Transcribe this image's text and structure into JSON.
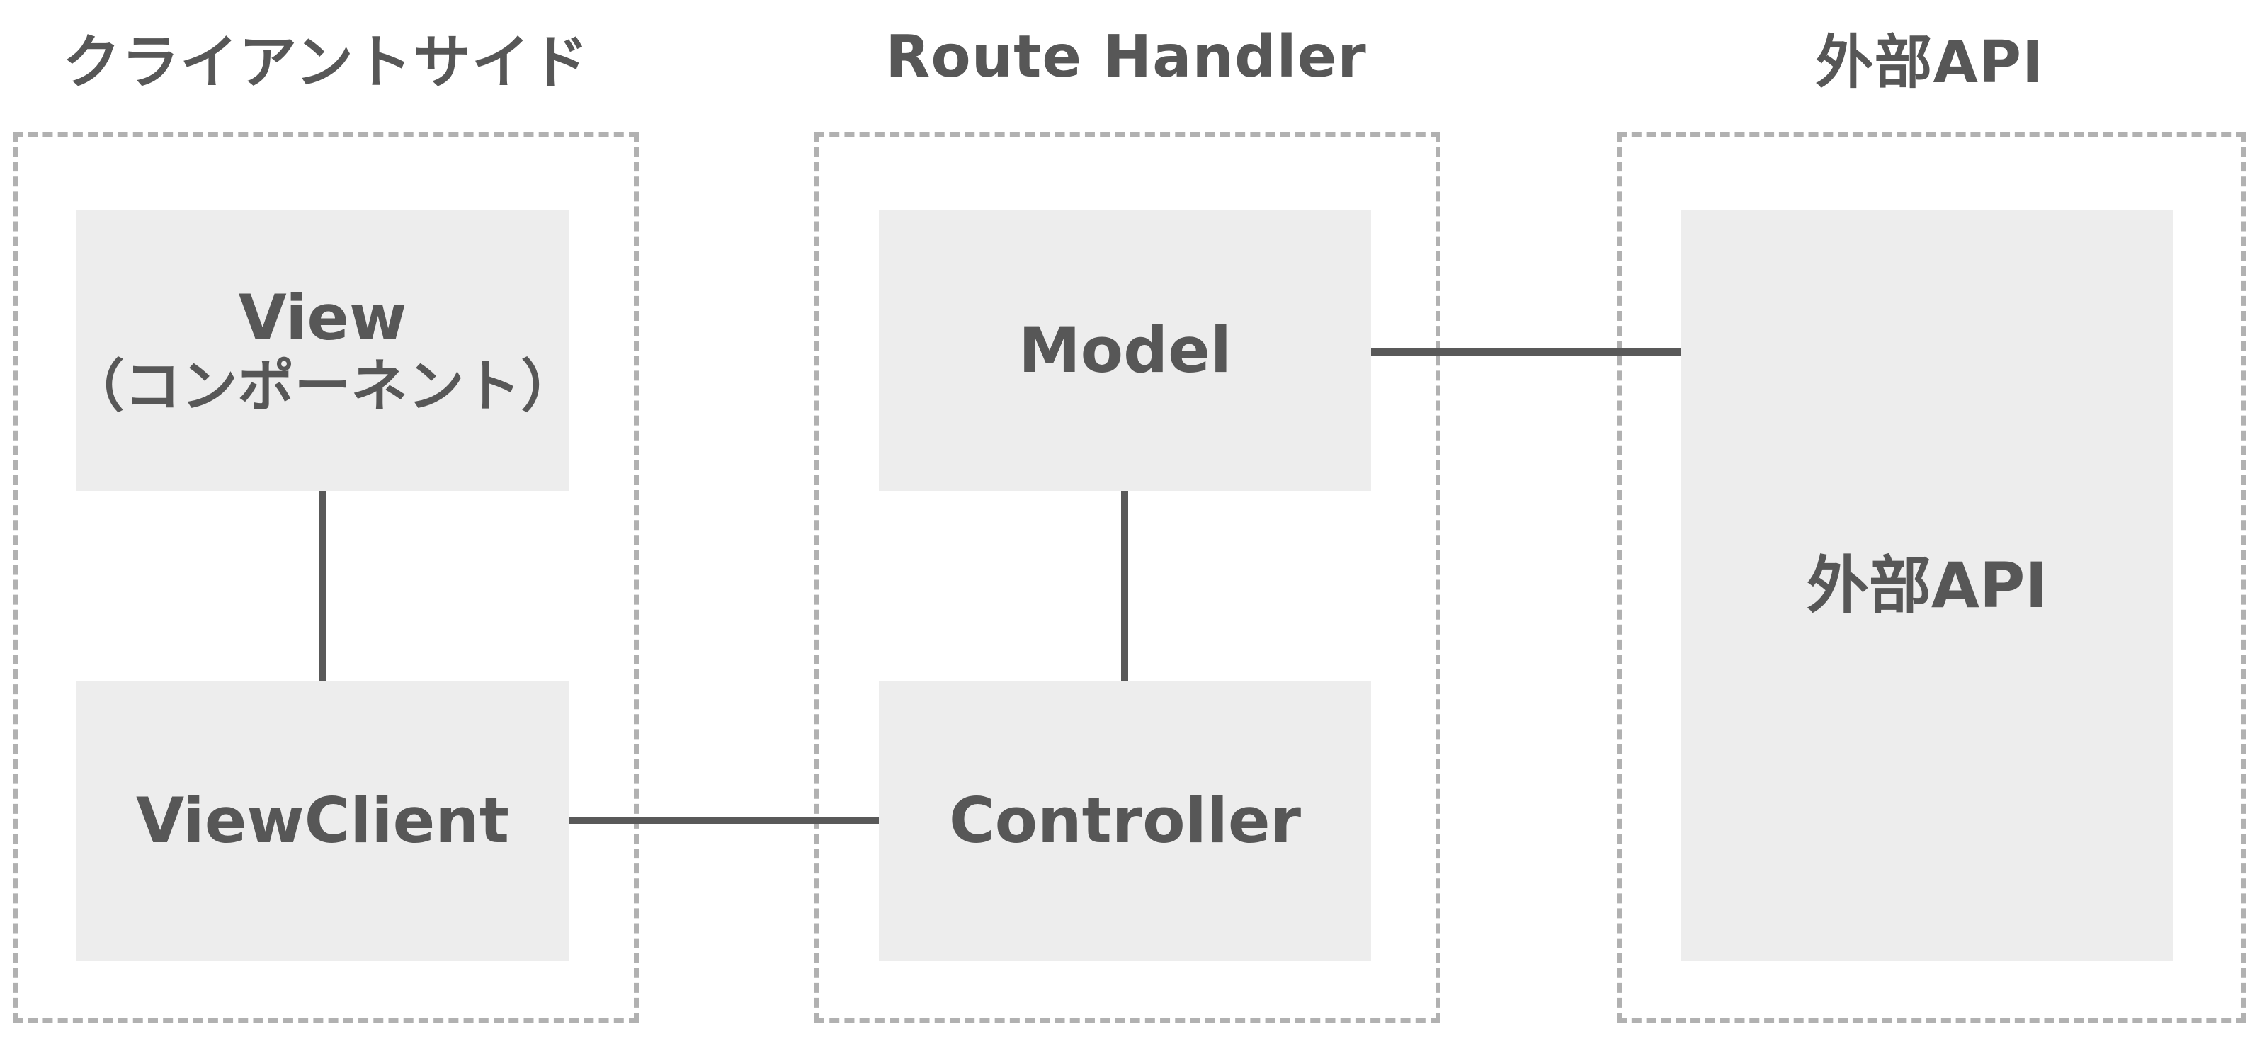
{
  "groups": {
    "client": {
      "title": "クライアントサイド"
    },
    "route_handler": {
      "title": "Route Handler"
    },
    "external_api": {
      "title": "外部API"
    }
  },
  "boxes": {
    "view": {
      "line1": "View",
      "line2": "（コンポーネント）"
    },
    "view_client": {
      "label": "ViewClient"
    },
    "model": {
      "label": "Model"
    },
    "controller": {
      "label": "Controller"
    },
    "external_api": {
      "label": "外部API"
    }
  },
  "colors": {
    "frame": "#b1b1b1",
    "box_fill": "#ededed",
    "text": "#575757",
    "connector": "#595959"
  }
}
